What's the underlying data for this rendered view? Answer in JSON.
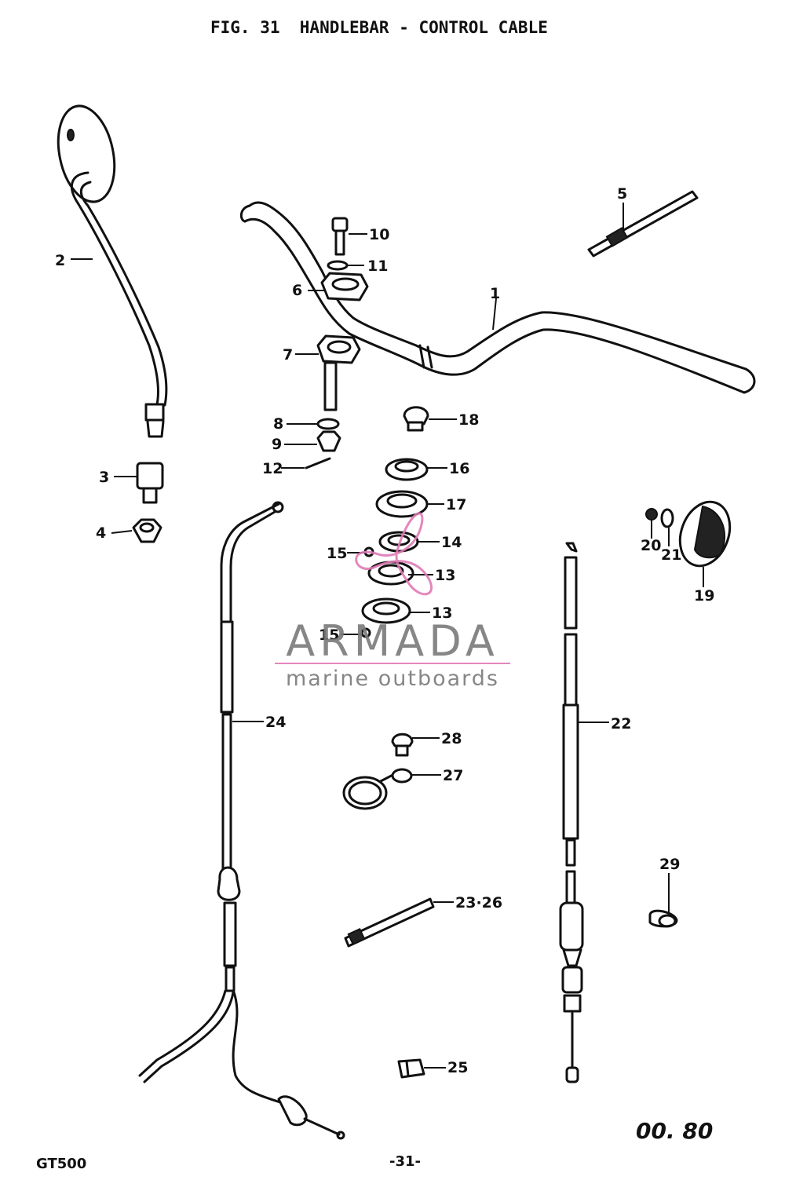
{
  "figure": {
    "title": "FIG. 31  HANDLEBAR - CONTROL CABLE",
    "model": "GT500",
    "page_number": "-31-",
    "revision": "00. 80"
  },
  "watermark": {
    "brand": "ARMADA",
    "tagline": "marine outboards",
    "colors": {
      "logo": "#e07ab5",
      "text": "#7a7a7a"
    }
  },
  "callouts": [
    {
      "label": "1"
    },
    {
      "label": "2"
    },
    {
      "label": "3"
    },
    {
      "label": "4"
    },
    {
      "label": "5"
    },
    {
      "label": "6"
    },
    {
      "label": "7"
    },
    {
      "label": "8"
    },
    {
      "label": "9"
    },
    {
      "label": "10"
    },
    {
      "label": "11"
    },
    {
      "label": "12"
    },
    {
      "label": "13"
    },
    {
      "label": "13"
    },
    {
      "label": "14"
    },
    {
      "label": "15"
    },
    {
      "label": "15"
    },
    {
      "label": "16"
    },
    {
      "label": "17"
    },
    {
      "label": "18"
    },
    {
      "label": "19"
    },
    {
      "label": "20"
    },
    {
      "label": "21"
    },
    {
      "label": "22"
    },
    {
      "label": "23·26"
    },
    {
      "label": "24"
    },
    {
      "label": "25"
    },
    {
      "label": "27"
    },
    {
      "label": "28"
    },
    {
      "label": "29"
    }
  ]
}
